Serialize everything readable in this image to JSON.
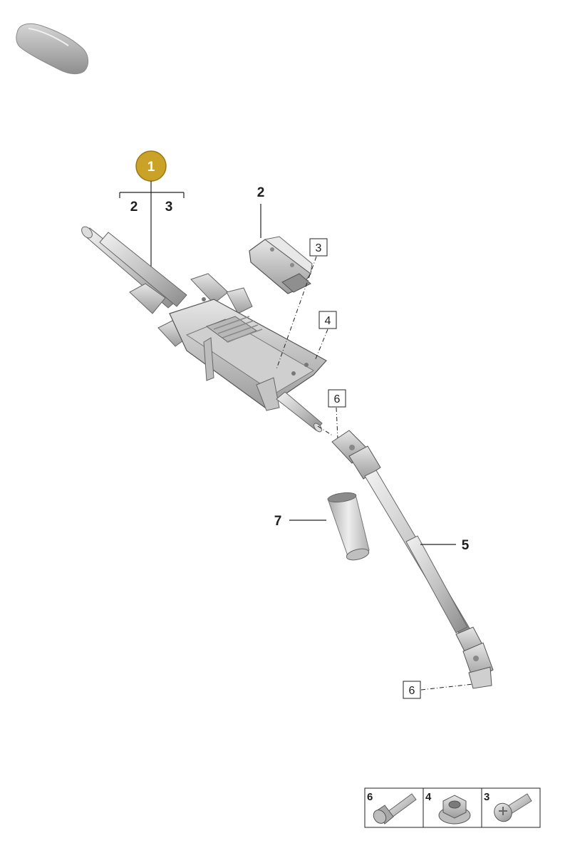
{
  "main_badge": {
    "label": "1",
    "color": "#c9a227"
  },
  "assembly_bracket": {
    "left_label": "2",
    "right_label": "3"
  },
  "callouts": {
    "switch_module": "2",
    "screw_ref": "3",
    "nut_ref": "4",
    "intermediate_shaft": "5",
    "bolt_ref_upper": "6",
    "boot": "7",
    "bolt_ref_lower": "6"
  },
  "legend": [
    {
      "label": "6",
      "icon": "hex-bolt-icon"
    },
    {
      "label": "4",
      "icon": "flange-nut-icon"
    },
    {
      "label": "3",
      "icon": "torx-screw-icon"
    }
  ],
  "icons": {
    "vehicle": "car-silhouette-icon"
  }
}
